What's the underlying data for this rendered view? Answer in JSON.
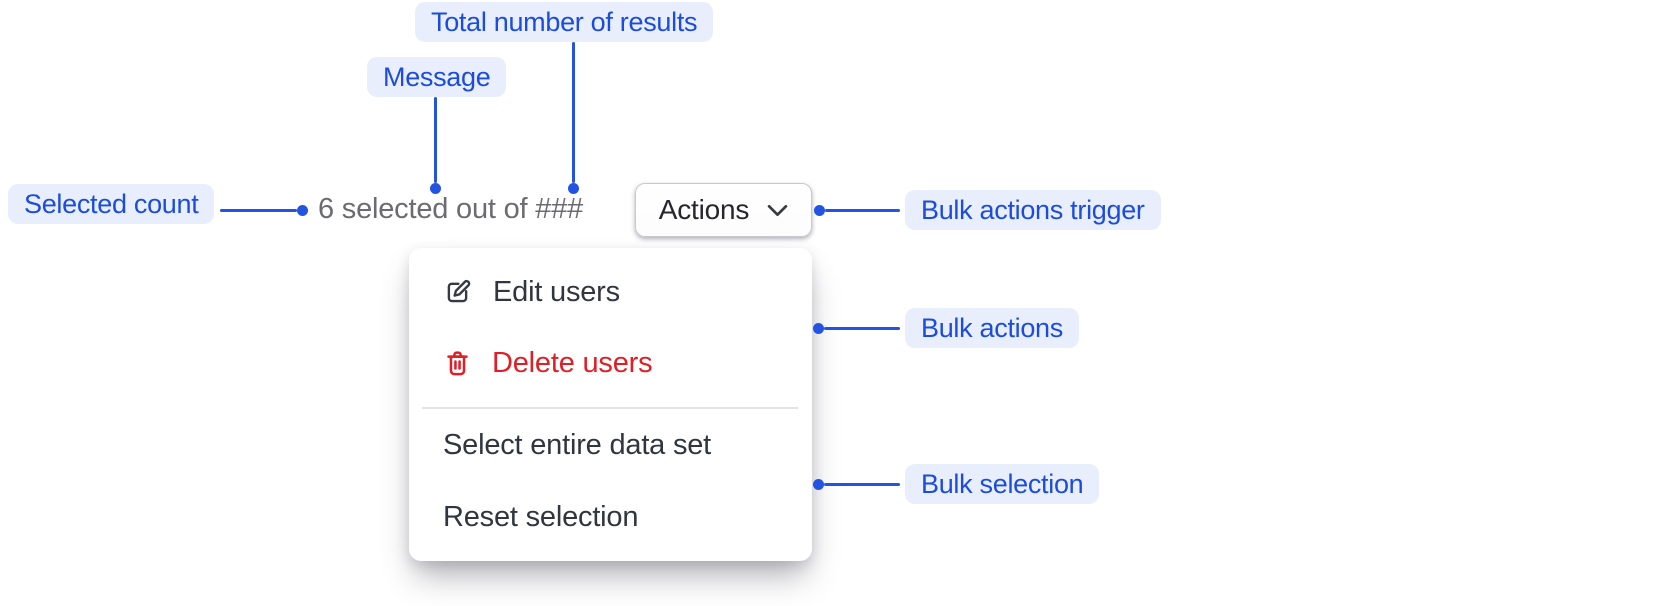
{
  "colors": {
    "accent_blue": "#1b4cdb",
    "connector_blue": "#2353e0",
    "label_bg": "#e9eefc",
    "danger_red": "#e01e25",
    "text_dark": "#303640",
    "muted_gray": "#6b6b70",
    "divider_gray": "#e3e3e6",
    "button_border": "#c8c8cd"
  },
  "callouts": {
    "selected_count": {
      "label": "Selected count"
    },
    "message": {
      "label": "Message"
    },
    "total_results": {
      "label": "Total number of results"
    },
    "bulk_actions_trigger": {
      "label": "Bulk actions trigger"
    },
    "bulk_actions": {
      "label": "Bulk actions"
    },
    "bulk_selection": {
      "label": "Bulk selection"
    }
  },
  "component": {
    "message_text": "6 selected out of ###",
    "selected_count_value": "6",
    "total_results_placeholder": "###",
    "actions_button": {
      "label": "Actions",
      "icon": "chevron-down-icon"
    },
    "menu": {
      "items": [
        {
          "label": "Edit users",
          "icon": "edit-icon",
          "variant": "default"
        },
        {
          "label": "Delete users",
          "icon": "trash-icon",
          "variant": "danger"
        },
        {
          "type": "divider"
        },
        {
          "label": "Select entire data set",
          "variant": "default"
        },
        {
          "label": "Reset selection",
          "variant": "default"
        }
      ]
    }
  }
}
